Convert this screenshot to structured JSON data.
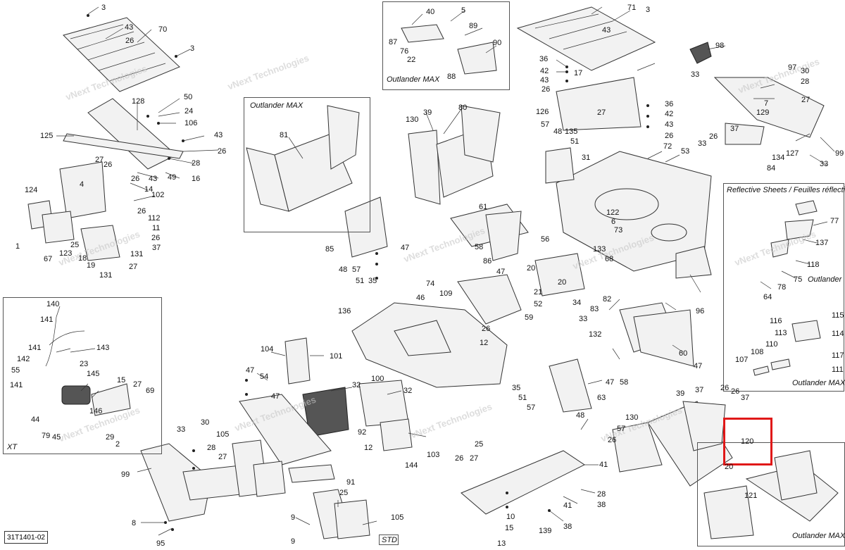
{
  "diagram_code": "31T1401-02",
  "boxes": {
    "outlander_max_top": "Outlander MAX",
    "outlander_max_left": "Outlander MAX",
    "reflective_sheets": "Reflective Sheets / Feuilles réflectives",
    "reflective_outlander": "Outlander",
    "reflective_outlander_max": "Outlander MAX",
    "xt": "XT",
    "std": "STD",
    "outlander_max_bottom": "Outlander MAX"
  },
  "watermark": "vNext Technologies",
  "highlighted_part": "120",
  "part_numbers": [
    "3",
    "43",
    "70",
    "26",
    "3",
    "125",
    "128",
    "50",
    "24",
    "106",
    "43",
    "26",
    "28",
    "16",
    "49",
    "43",
    "26",
    "14",
    "102",
    "27",
    "26",
    "124",
    "4",
    "26",
    "112",
    "11",
    "26",
    "37",
    "131",
    "1",
    "123",
    "25",
    "18",
    "19",
    "67",
    "27",
    "131",
    "40",
    "5",
    "87",
    "76",
    "22",
    "89",
    "90",
    "88",
    "81",
    "39",
    "80",
    "130",
    "85",
    "48",
    "57",
    "51",
    "35",
    "47",
    "61",
    "58",
    "86",
    "56",
    "71",
    "3",
    "43",
    "36",
    "42",
    "43",
    "26",
    "17",
    "27",
    "126",
    "36",
    "42",
    "43",
    "26",
    "57",
    "48",
    "135",
    "51",
    "31",
    "72",
    "53",
    "122",
    "6",
    "73",
    "68",
    "133",
    "98",
    "33",
    "97",
    "30",
    "28",
    "27",
    "7",
    "129",
    "37",
    "26",
    "33",
    "134",
    "84",
    "127",
    "33",
    "99",
    "77",
    "137",
    "118",
    "75",
    "78",
    "64",
    "116",
    "115",
    "113",
    "114",
    "117",
    "108",
    "110",
    "107",
    "111",
    "140",
    "141",
    "143",
    "141",
    "142",
    "55",
    "141",
    "23",
    "145",
    "146",
    "44",
    "79",
    "45",
    "15",
    "27",
    "69",
    "2",
    "29",
    "74",
    "46",
    "109",
    "26",
    "12",
    "59",
    "52",
    "21",
    "34",
    "20",
    "20",
    "47",
    "136",
    "104",
    "101",
    "47",
    "54",
    "47",
    "32",
    "100",
    "32",
    "92",
    "12",
    "103",
    "144",
    "82",
    "96",
    "83",
    "33",
    "132",
    "60",
    "58",
    "47",
    "35",
    "51",
    "57",
    "48",
    "47",
    "63",
    "39",
    "37",
    "26",
    "26",
    "130",
    "57",
    "120",
    "37",
    "20",
    "121",
    "26",
    "33",
    "30",
    "28",
    "27",
    "99",
    "105",
    "91",
    "8",
    "95",
    "25",
    "105",
    "9",
    "9",
    "25",
    "27",
    "26",
    "41",
    "13",
    "10",
    "15",
    "139",
    "38",
    "28",
    "38",
    "41"
  ]
}
